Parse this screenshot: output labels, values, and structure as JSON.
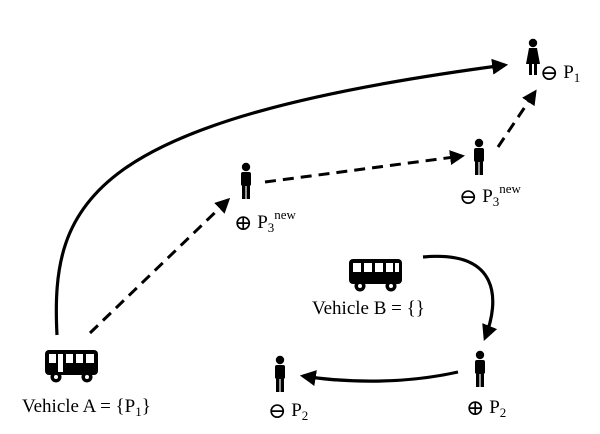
{
  "vehicles": {
    "a": {
      "label": "Vehicle A = {P",
      "sub": "1",
      "tail": "}"
    },
    "b": {
      "label": "Vehicle B = {}"
    }
  },
  "nodes": {
    "p1_drop": {
      "symbol": "⊖",
      "name": "P",
      "sub": "1"
    },
    "p3_pick": {
      "symbol": "⊕",
      "name": "P",
      "sub": "3",
      "sup": "new"
    },
    "p3_drop": {
      "symbol": "⊖",
      "name": "P",
      "sub": "3",
      "sup": "new"
    },
    "p2_pick": {
      "symbol": "⊕",
      "name": "P",
      "sub": "2"
    },
    "p2_drop": {
      "symbol": "⊖",
      "name": "P",
      "sub": "2"
    }
  },
  "colors": {
    "ink": "#000000",
    "window": "#ffffff"
  }
}
